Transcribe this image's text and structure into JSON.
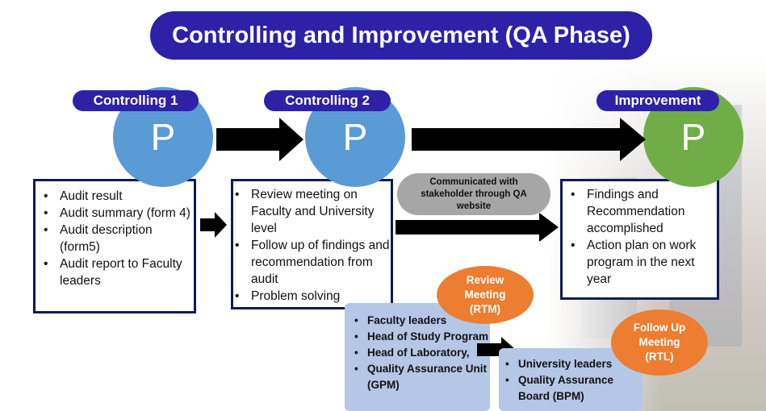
{
  "title": "Controlling and Improvement (QA Phase)",
  "phases": [
    {
      "label": "Controlling 1",
      "letter": "P"
    },
    {
      "label": "Controlling 2",
      "letter": "P"
    },
    {
      "label": "Improvement",
      "letter": "P"
    }
  ],
  "box1": [
    "Audit result",
    "Audit summary (form 4)",
    "Audit description (form5)",
    "Audit report to Faculty leaders"
  ],
  "box2": [
    "Review meeting on Faculty and University level",
    "Follow up of findings and recommendation from audit",
    "Problem solving"
  ],
  "box3": [
    "Findings and Recommendation accomplished",
    "Action plan on work program in the next year"
  ],
  "communicated": "Communicated with stakeholder through QA website",
  "rtm": {
    "line1": "Review",
    "line2": "Meeting",
    "line3": "(RTM)"
  },
  "rtl": {
    "line1": "Follow Up",
    "line2": "Meeting",
    "line3": "(RTL)"
  },
  "faculty_list": [
    "Faculty leaders",
    "Head of Study Program",
    "Head of Laboratory,",
    "Quality Assurance Unit (GPM)"
  ],
  "university_list": [
    "University leaders",
    "Quality Assurance Board (BPM)"
  ],
  "colors": {
    "title_bg": "#2d21a8",
    "circle_blue": "#5b9bd5",
    "circle_green": "#70ad47",
    "orange": "#ed7d31",
    "box_border": "#0d1b5c",
    "light_blue": "#b4c7e7",
    "grey": "#a6a6a6"
  }
}
